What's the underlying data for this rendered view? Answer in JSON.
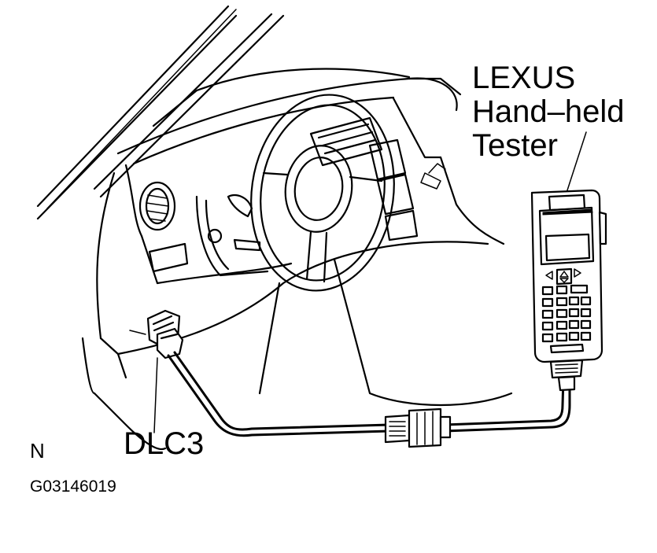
{
  "labels": {
    "tester_line1": "LEXUS",
    "tester_line2": "Hand–held",
    "tester_line3": "Tester",
    "connector": "DLC3",
    "view": "N",
    "figure_code": "G03146019"
  }
}
